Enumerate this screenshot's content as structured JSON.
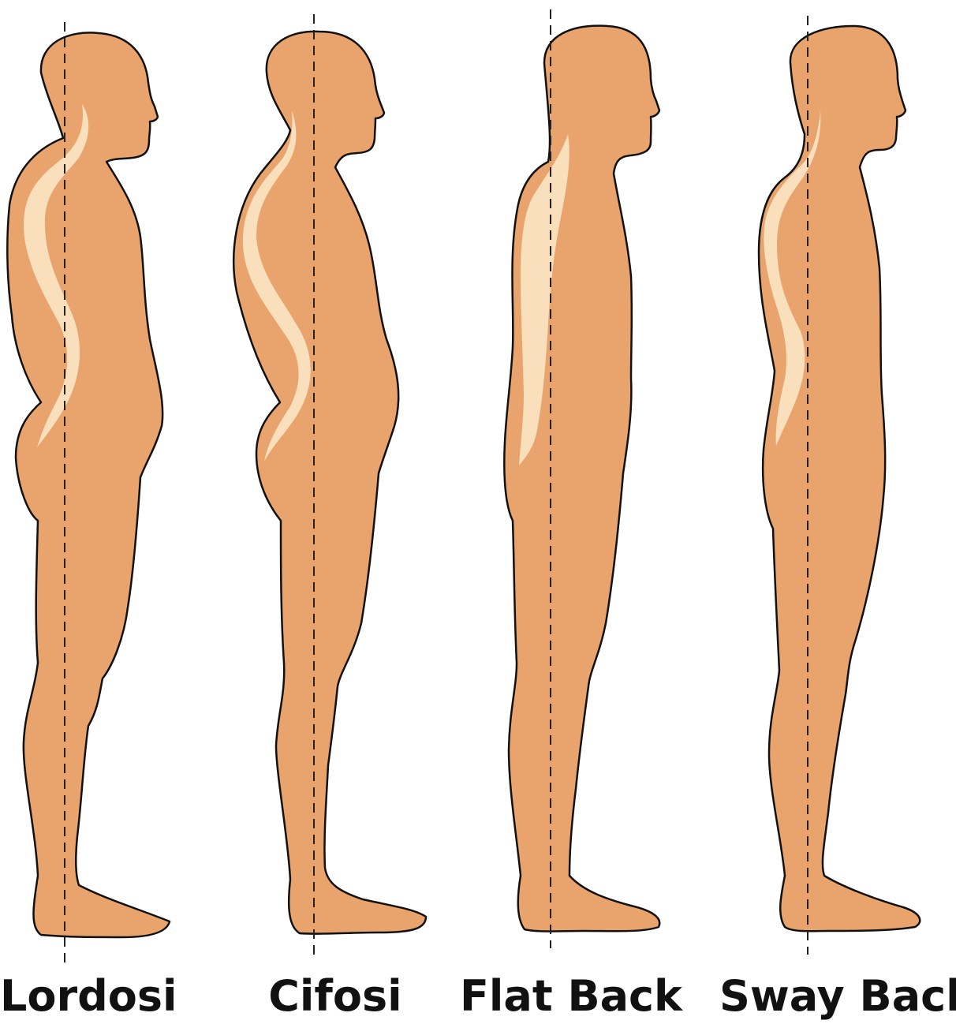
{
  "colors": {
    "skin": "#E9A46E",
    "spine": "#F9DFBC",
    "outline": "#111111",
    "plumb_line": "#222222",
    "background": "#FFFFFF"
  },
  "figures": [
    {
      "id": "lordosi",
      "label": "Lordosi"
    },
    {
      "id": "cifosi",
      "label": "Cifosi"
    },
    {
      "id": "flat-back",
      "label": "Flat Back"
    },
    {
      "id": "sway-back",
      "label": "Sway Back"
    }
  ]
}
